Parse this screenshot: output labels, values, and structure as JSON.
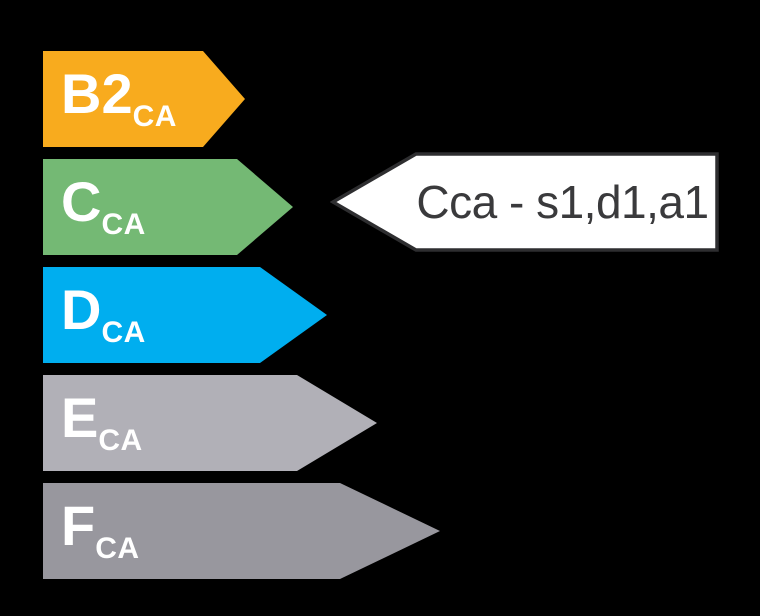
{
  "background_color": "#000000",
  "scale": {
    "label_text_color": "#FFFFFF",
    "items": [
      {
        "id": "B2ca",
        "main": "B2",
        "sub": "CA",
        "color": "#F8AB1E"
      },
      {
        "id": "Cca",
        "main": "C",
        "sub": "CA",
        "color": "#74B974"
      },
      {
        "id": "Dca",
        "main": "D",
        "sub": "CA",
        "color": "#00AEEF"
      },
      {
        "id": "Eca",
        "main": "E",
        "sub": "CA",
        "color": "#B1B0B7"
      },
      {
        "id": "Fca",
        "main": "F",
        "sub": "CA",
        "color": "#98979E"
      }
    ]
  },
  "pointer": {
    "label": "Cca - s1,d1,a1",
    "fill": "#FFFFFF",
    "border_color": "#2E2E30",
    "text_color": "#3A3A3C"
  }
}
